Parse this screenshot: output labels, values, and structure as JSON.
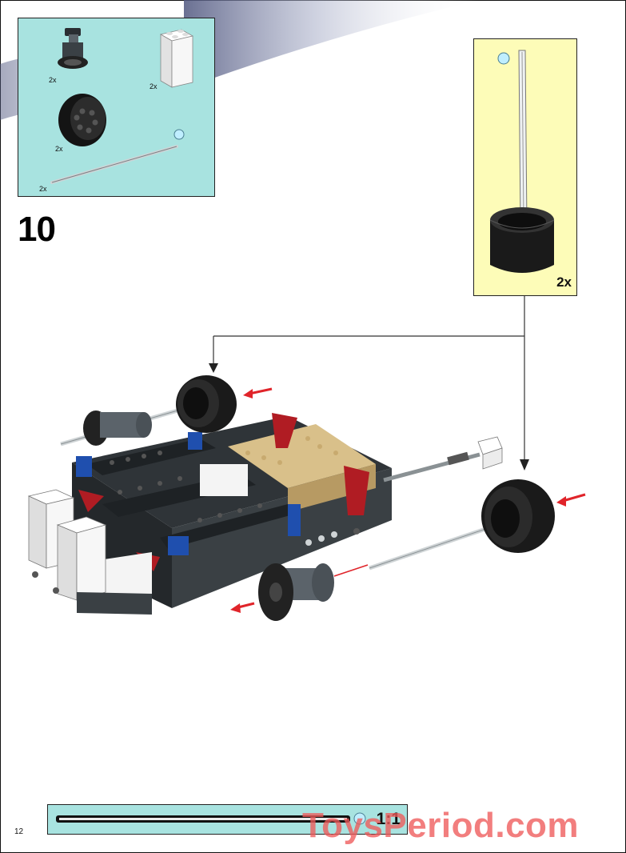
{
  "step": {
    "number": "10"
  },
  "parts_list": {
    "items": [
      {
        "name": "gear-hub",
        "qty": "2x"
      },
      {
        "name": "white-brick-2x2x3",
        "qty": "2x"
      },
      {
        "name": "wheel-rim",
        "qty": "2x"
      },
      {
        "name": "axle",
        "qty": "2x"
      }
    ]
  },
  "callout": {
    "qty": "2x",
    "assembly": "axle-into-wheel"
  },
  "scale": {
    "label": "1:1"
  },
  "page": {
    "number": "12"
  },
  "watermark": {
    "text": "ToysPeriod.com"
  },
  "colors": {
    "parts_panel_bg": "#a8e3e0",
    "callout_bg": "#fdfcb8",
    "arrow_red": "#e0242a",
    "brick_dark": "#2f3438",
    "brick_tan": "#d9c08a",
    "brick_blue": "#1f4fae",
    "brick_red": "#b01c23",
    "brick_white": "#f4f4f4",
    "tyre_black": "#1a1a1a"
  }
}
